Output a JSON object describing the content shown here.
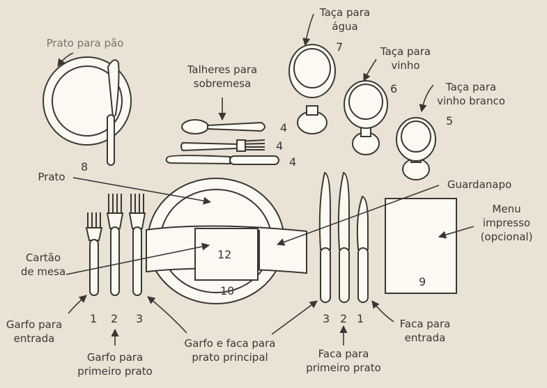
{
  "labels": {
    "prato_para_pao": "Prato para pão",
    "talheres_sobremesa": "Talheres para\nsobremesa",
    "taca_agua": "Taça para\nágua",
    "taca_vinho": "Taça para\nvinho",
    "taca_vinho_branco": "Taça para\nvinho branco",
    "prato": "Prato",
    "guardanapo": "Guardanapo",
    "menu": "Menu\nimpresso\n(opcional)",
    "cartao": "Cartão\nde mesa",
    "garfo_entrada": "Garfo para\nentrada",
    "garfo_primeiro": "Garfo para\nprimeiro prato",
    "garfo_faca_principal": "Garfo e faca para\nprato principal",
    "faca_primeiro": "Faca para\nprimeiro prato",
    "faca_entrada": "Faca para\nentrada"
  },
  "numbers": {
    "n7": "7",
    "n6": "6",
    "n5": "5",
    "n4a": "4",
    "n4b": "4",
    "n4c": "4",
    "n8": "8",
    "n12": "12",
    "n10": "10",
    "n9": "9",
    "fork1": "1",
    "fork2": "2",
    "fork3": "3",
    "knife3": "3",
    "knife2": "2",
    "knife1": "1"
  },
  "colors": {
    "background": "#e9e3d6",
    "object_fill": "#fbf9f2",
    "ink": "#3a3631"
  }
}
